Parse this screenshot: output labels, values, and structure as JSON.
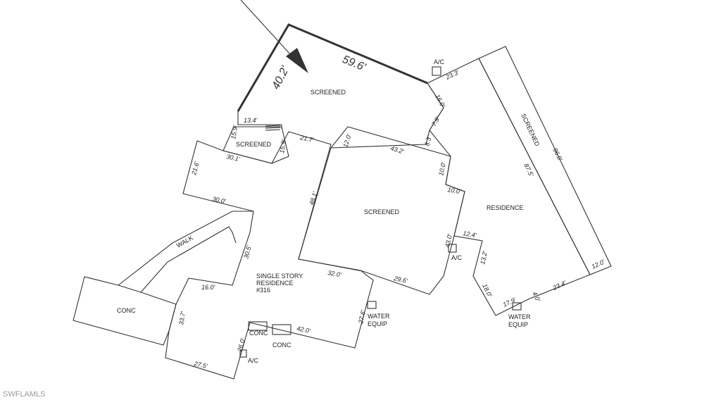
{
  "labels": {
    "screened_top": "SCREENED",
    "screened_small": "SCREENED",
    "screened_center": "SCREENED",
    "screened_right": "SCREENED",
    "residence_right": "RESIDENCE",
    "single_story_1": "SINGLE STORY",
    "single_story_2": "RESIDENCE",
    "single_story_3": "#316",
    "conc_left": "CONC",
    "conc_small": "CONC",
    "conc_bottom": "CONC",
    "walk": "WALK",
    "ac_top": "A/C",
    "ac_mid": "A/C",
    "ac_bottom": "A/C",
    "water_equip_1a": "WATER",
    "water_equip_1b": "EQUIP",
    "water_equip_2a": "WATER",
    "water_equip_2b": "EQUIP"
  },
  "dimensions": {
    "d59_6": "59.6'",
    "d40_2": "40.2'",
    "d23_3": "23.3'",
    "d16_0a": "16.0'",
    "d7_9": "7.9'",
    "d8_3": "8.3'",
    "d13_4": "13.4'",
    "d15_9a": "15.9'",
    "d15_9b": "15.9'",
    "d30_1": "30.1'",
    "d21_7": "21.7'",
    "d12_0a": "12.0'",
    "d43_2": "43.2'",
    "d10_0a": "10.0'",
    "d10_0b": "10.0'",
    "d21_6": "21.6'",
    "d30_0": "30.0'",
    "d48_1": "48.1'",
    "d43_0": "43.0'",
    "d12_4": "12.4'",
    "d13_2": "13.2'",
    "d30_5": "30.5'",
    "d32_0": "32.0'",
    "d29_6": "29.6'",
    "d16_0b": "16.0'",
    "d33_7": "33.7'",
    "d27_6": "27.6'",
    "d42_0": "42.0'",
    "d26_0": "26.0'",
    "d27_5": "27.5'",
    "d18_0": "18.0'",
    "d17_9": "17.9'",
    "d4_0": "4.0'",
    "d23_4": "23.4'",
    "d87_5": "87.5'",
    "d96_0": "96.0'",
    "d12_0b": "12.0'"
  },
  "watermark": "SWFLAMLS"
}
